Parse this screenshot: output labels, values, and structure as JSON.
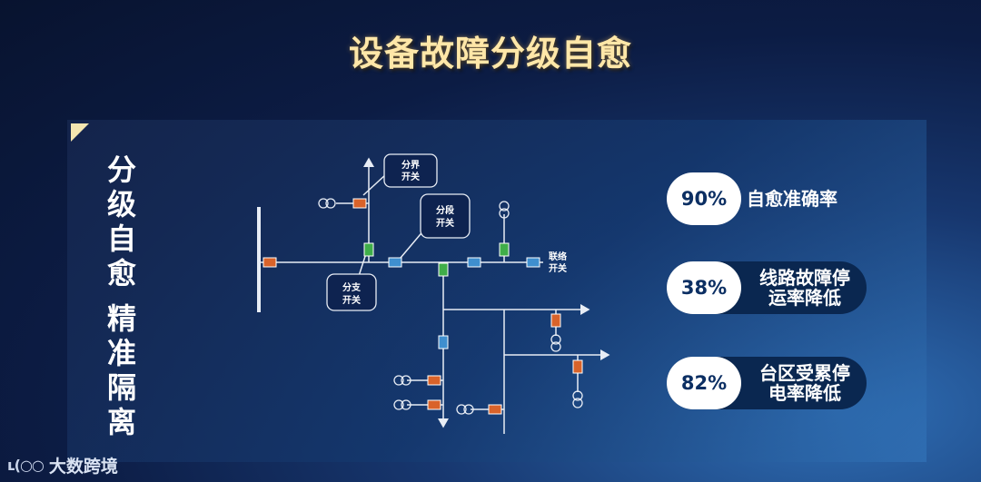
{
  "title": "设备故障分级自愈",
  "side_title": [
    "分",
    "级",
    "自",
    "愈",
    "精",
    "准",
    "隔",
    "离"
  ],
  "diagram": {
    "callouts": {
      "boundary": [
        "分界",
        "开关"
      ],
      "section": [
        "分段",
        "开关"
      ],
      "branch": [
        "分支",
        "开关"
      ],
      "tie": [
        "联络",
        "开关"
      ]
    }
  },
  "stats": [
    {
      "value": "90%",
      "label_line1": "自愈准确率",
      "label_line2": ""
    },
    {
      "value": "38%",
      "label_line1": "线路故障停",
      "label_line2": "运率降低"
    },
    {
      "value": "82%",
      "label_line1": "台区受累停",
      "label_line2": "电率降低"
    }
  ],
  "brand": {
    "logo": "大数跨境"
  },
  "colors": {
    "orange": "#d9632a",
    "green": "#3fae49",
    "blue": "#3f8fcf",
    "line": "#e8edf5"
  }
}
